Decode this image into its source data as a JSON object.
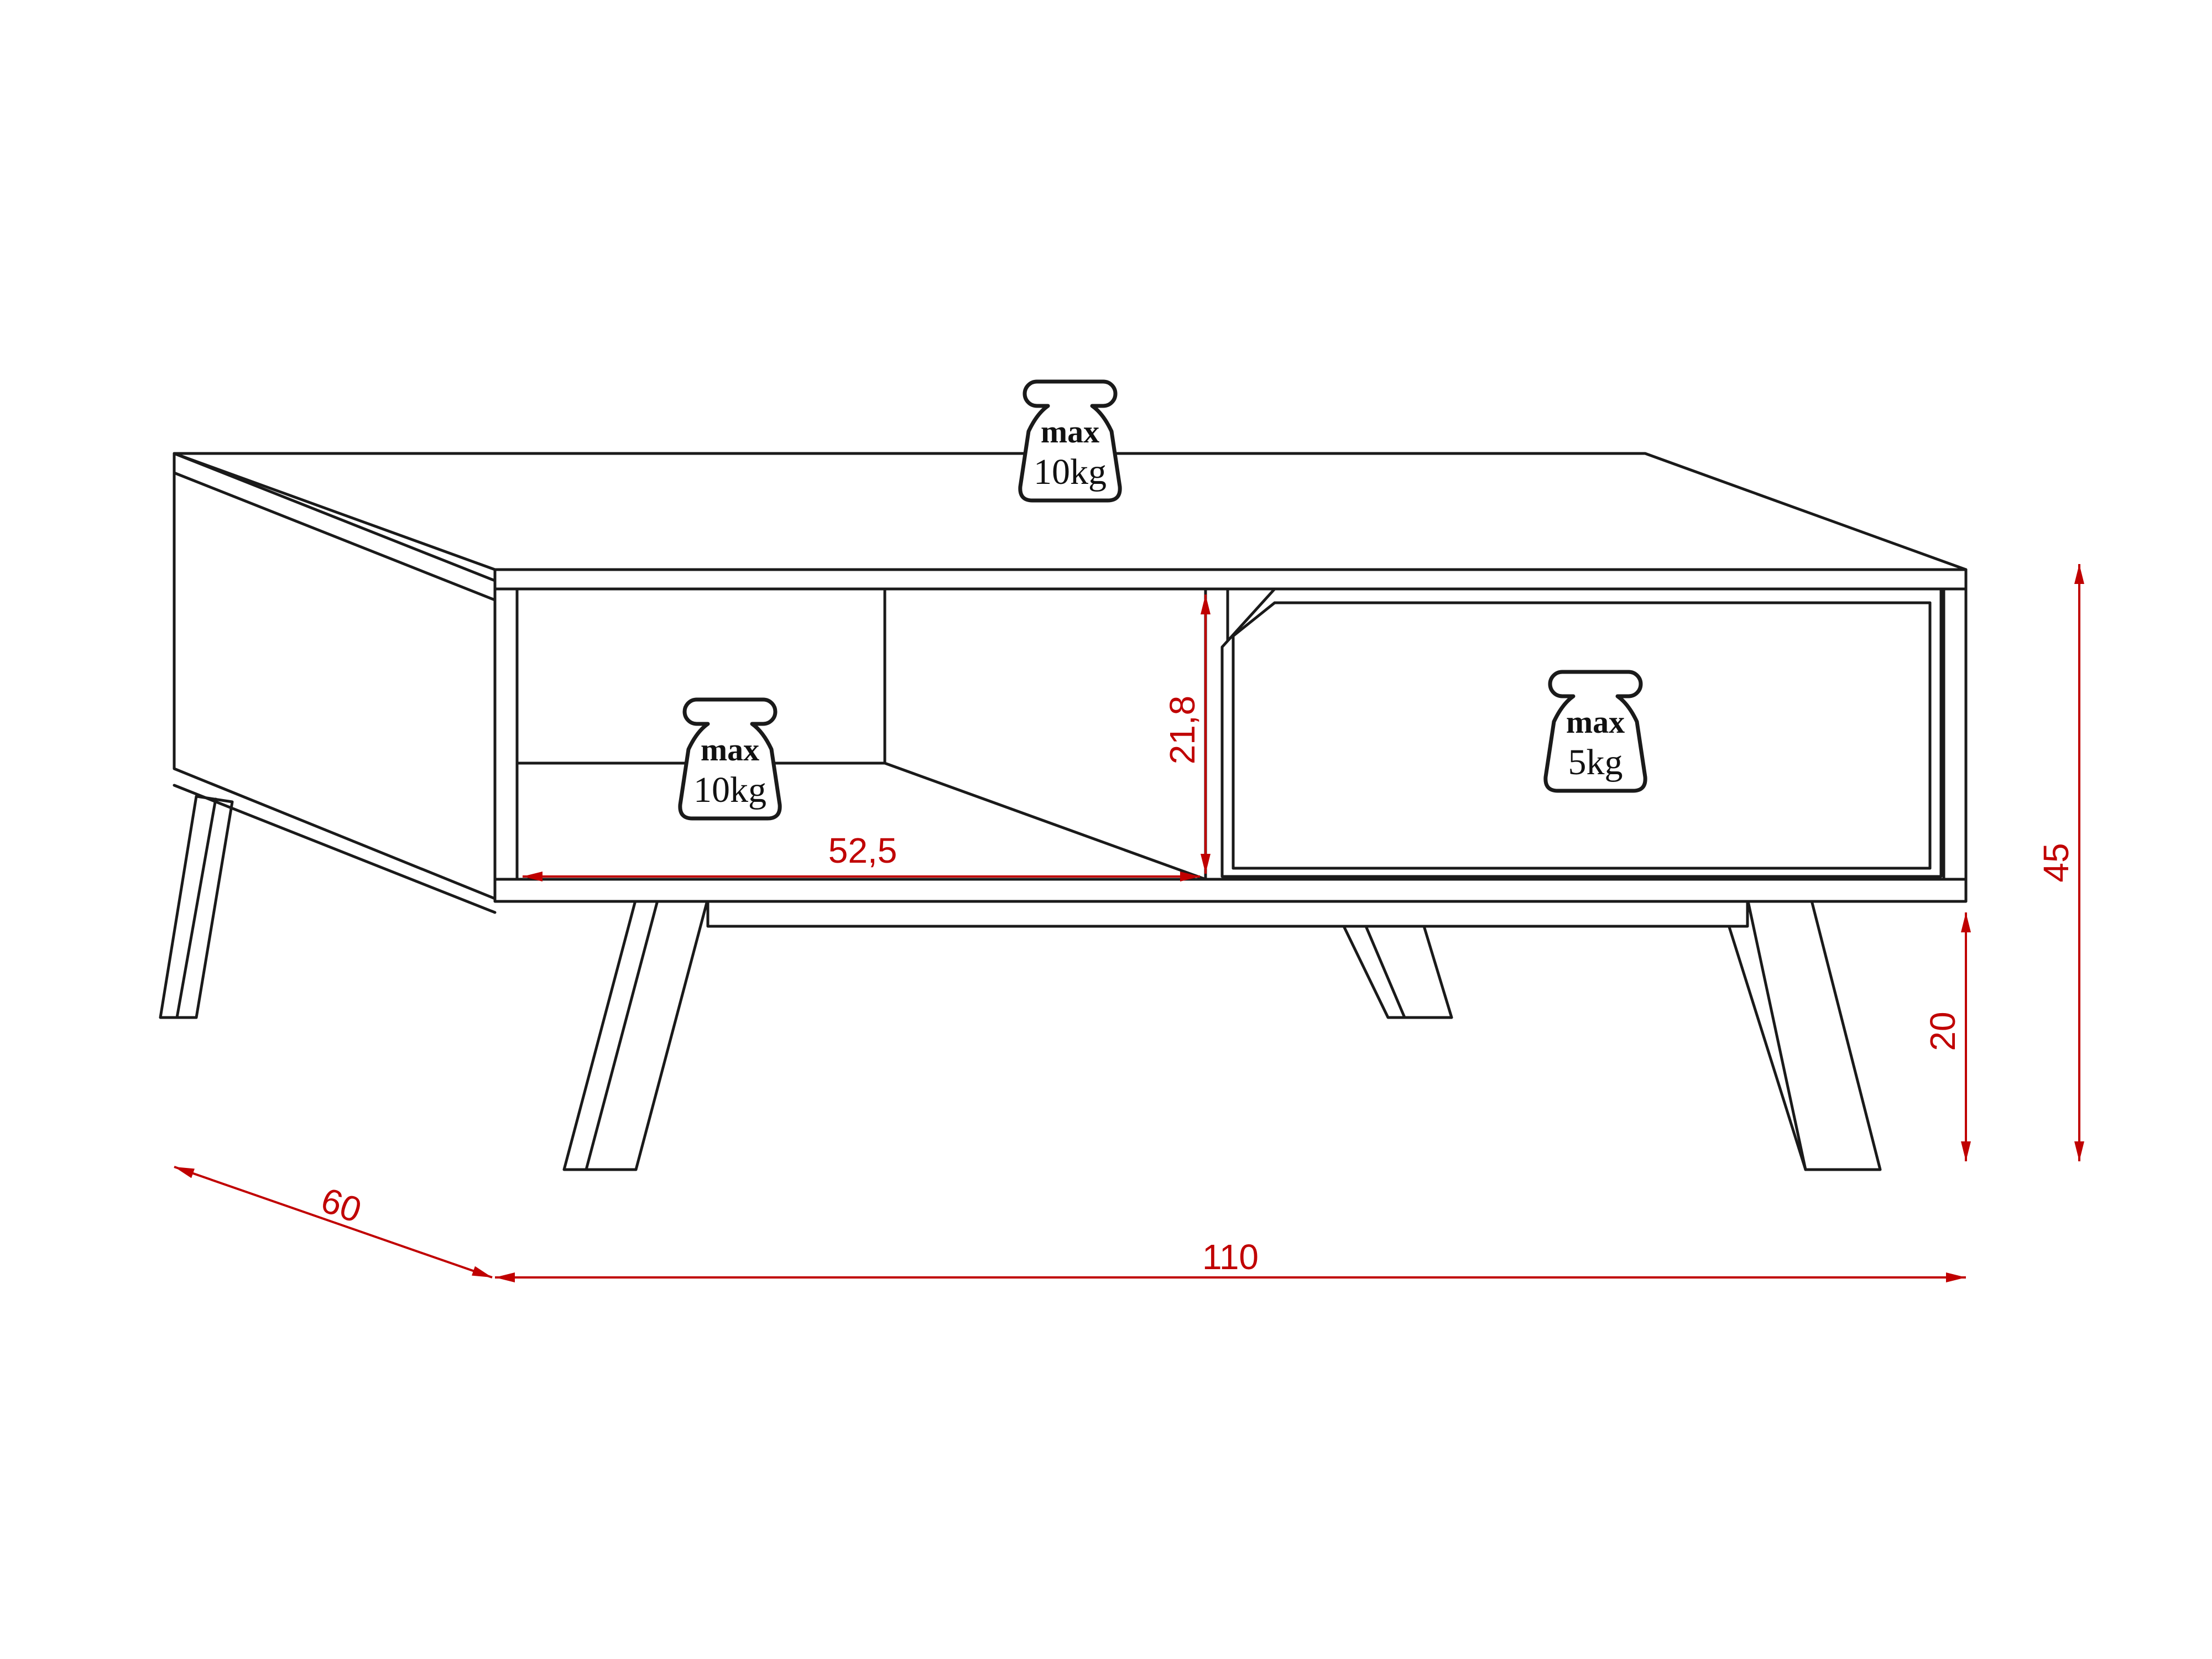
{
  "colors": {
    "outline": "#1a1a1a",
    "dimension": "#c00000",
    "background": "#ffffff"
  },
  "dimensions": {
    "depth": "60",
    "width": "110",
    "total_height": "45",
    "leg_height": "20",
    "shelf_width": "52,5",
    "shelf_height": "21,8"
  },
  "load_labels": {
    "top": {
      "line1": "max",
      "line2": "10kg"
    },
    "shelf": {
      "line1": "max",
      "line2": "10kg"
    },
    "drawer": {
      "line1": "max",
      "line2": "5kg"
    }
  },
  "icons": {
    "weight": "weight-icon",
    "arrow": "arrowhead-icon"
  }
}
